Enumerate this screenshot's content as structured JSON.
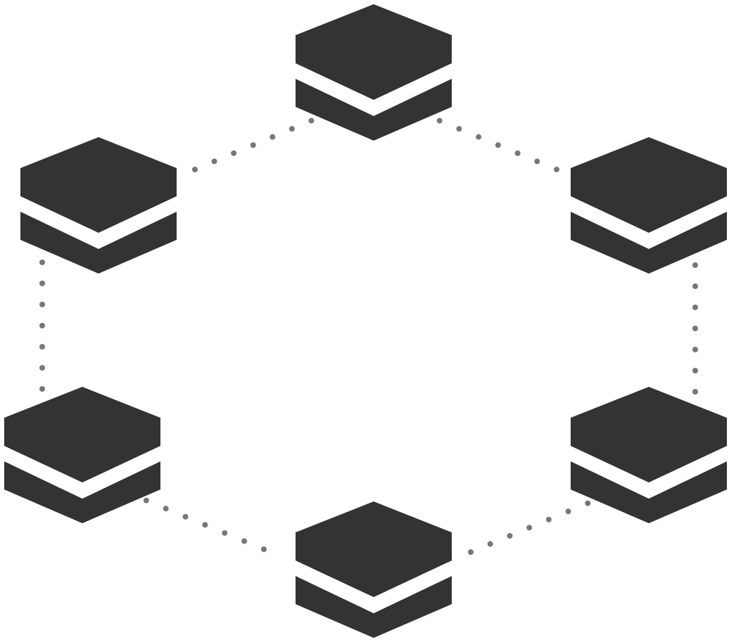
{
  "diagram": {
    "type": "ring-network",
    "nodes": [
      {
        "id": "top",
        "icon": "stacked-layers-icon"
      },
      {
        "id": "upper-left",
        "icon": "stacked-layers-icon"
      },
      {
        "id": "upper-right",
        "icon": "stacked-layers-icon"
      },
      {
        "id": "lower-left",
        "icon": "stacked-layers-icon"
      },
      {
        "id": "lower-right",
        "icon": "stacked-layers-icon"
      },
      {
        "id": "bottom",
        "icon": "stacked-layers-icon"
      }
    ],
    "links": [
      {
        "from": "top",
        "to": "upper-left",
        "style": "dotted"
      },
      {
        "from": "top",
        "to": "upper-right",
        "style": "dotted"
      },
      {
        "from": "upper-left",
        "to": "lower-left",
        "style": "dotted"
      },
      {
        "from": "upper-right",
        "to": "lower-right",
        "style": "dotted"
      },
      {
        "from": "lower-left",
        "to": "bottom",
        "style": "dotted"
      },
      {
        "from": "lower-right",
        "to": "bottom",
        "style": "dotted"
      }
    ]
  },
  "colors": {
    "node_fill": "#333333",
    "separator": "#ffffff",
    "link_dot": "#777777",
    "background": "#ffffff"
  }
}
